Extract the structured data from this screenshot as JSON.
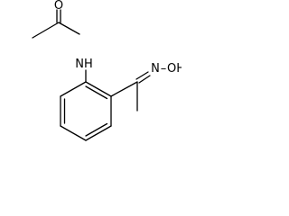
{
  "molecule": {
    "atoms": {
      "carbonyl_oxygen": "O",
      "amide_nitrogen": "NH",
      "oxime_nitrogen": "N",
      "hydroxyl": "OH",
      "hydroxyl_bond": "–"
    }
  }
}
